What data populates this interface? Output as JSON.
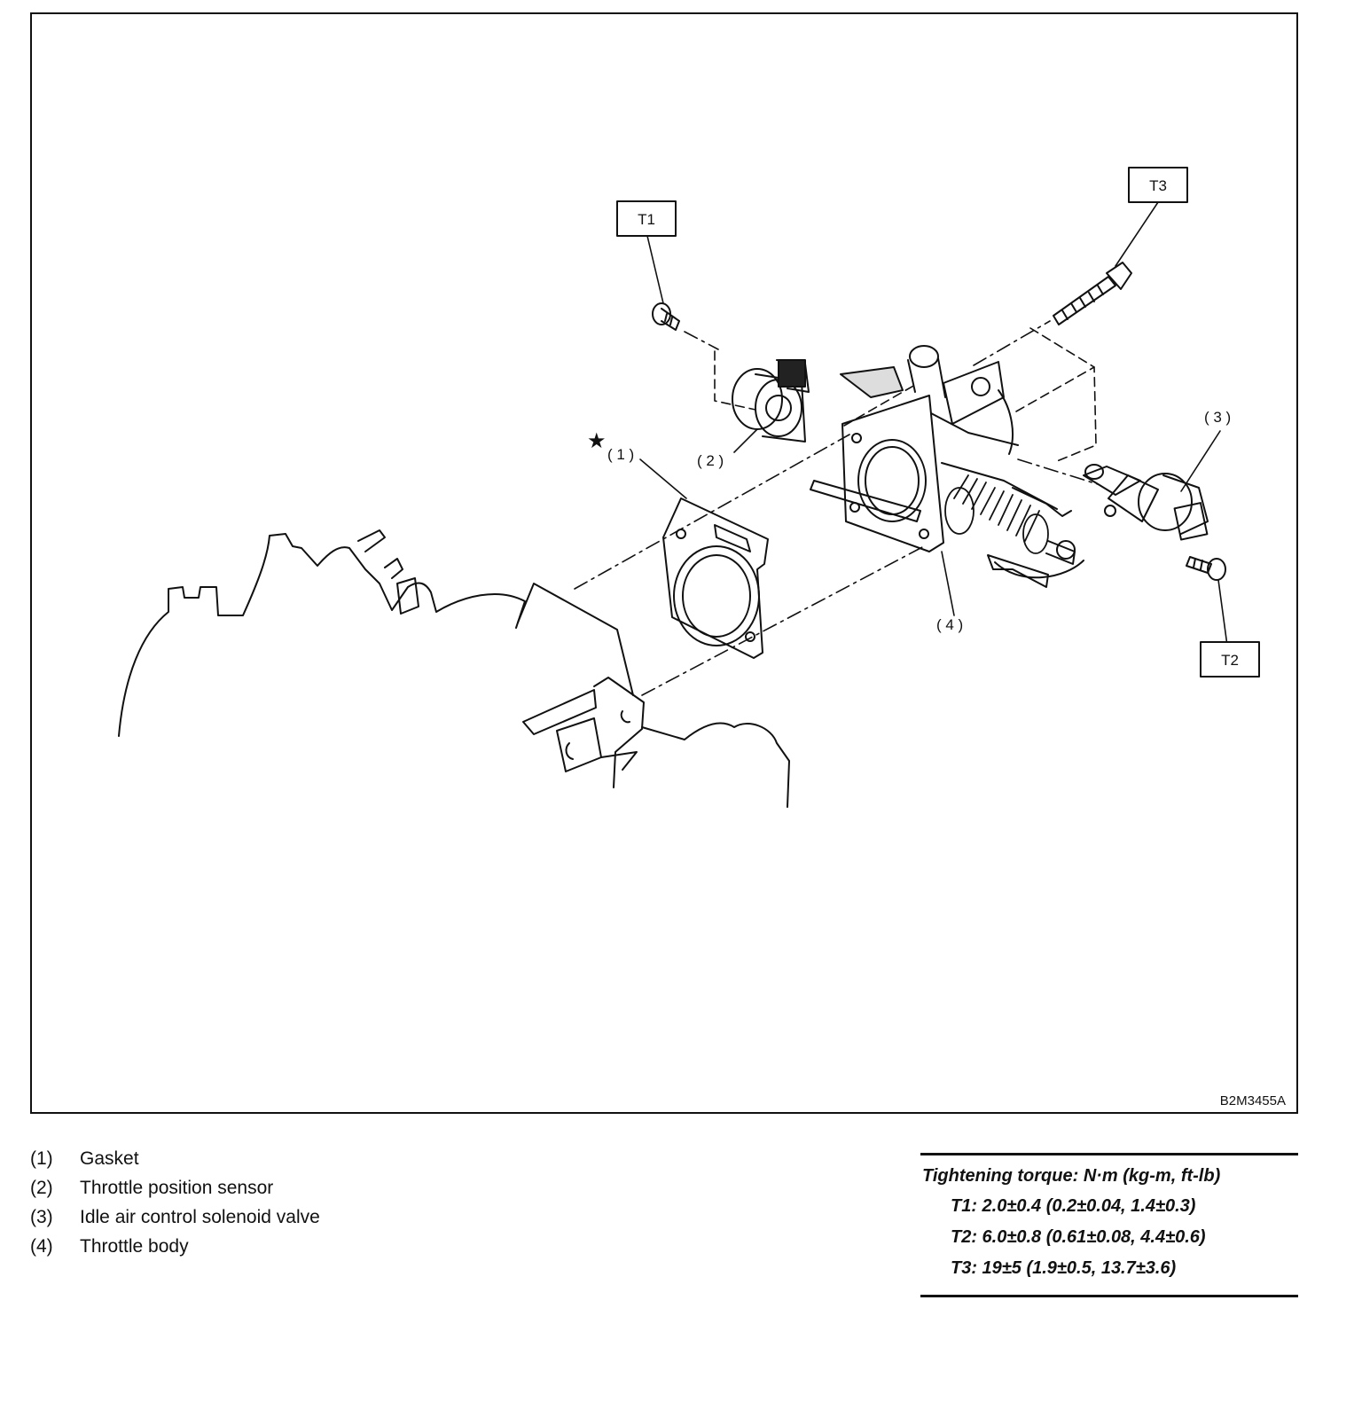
{
  "diagram": {
    "labels": {
      "t1": "T1",
      "t2": "T2",
      "t3": "T3",
      "p1": "( 1 )",
      "p2": "( 2 )",
      "p3": "( 3 )",
      "p4": "( 4 )",
      "star": "★"
    },
    "figure_code": "B2M3455A"
  },
  "legend": {
    "items": [
      {
        "num": "(1)",
        "label": "Gasket"
      },
      {
        "num": "(2)",
        "label": "Throttle position sensor"
      },
      {
        "num": "(3)",
        "label": "Idle air control solenoid valve"
      },
      {
        "num": "(4)",
        "label": "Throttle body"
      }
    ]
  },
  "torque": {
    "title": "Tightening torque: N·m (kg-m, ft-lb)",
    "items": [
      "T1: 2.0±0.4 (0.2±0.04, 1.4±0.3)",
      "T2: 6.0±0.8 (0.61±0.08, 4.4±0.6)",
      "T3: 19±5 (1.9±0.5, 13.7±3.6)"
    ]
  }
}
